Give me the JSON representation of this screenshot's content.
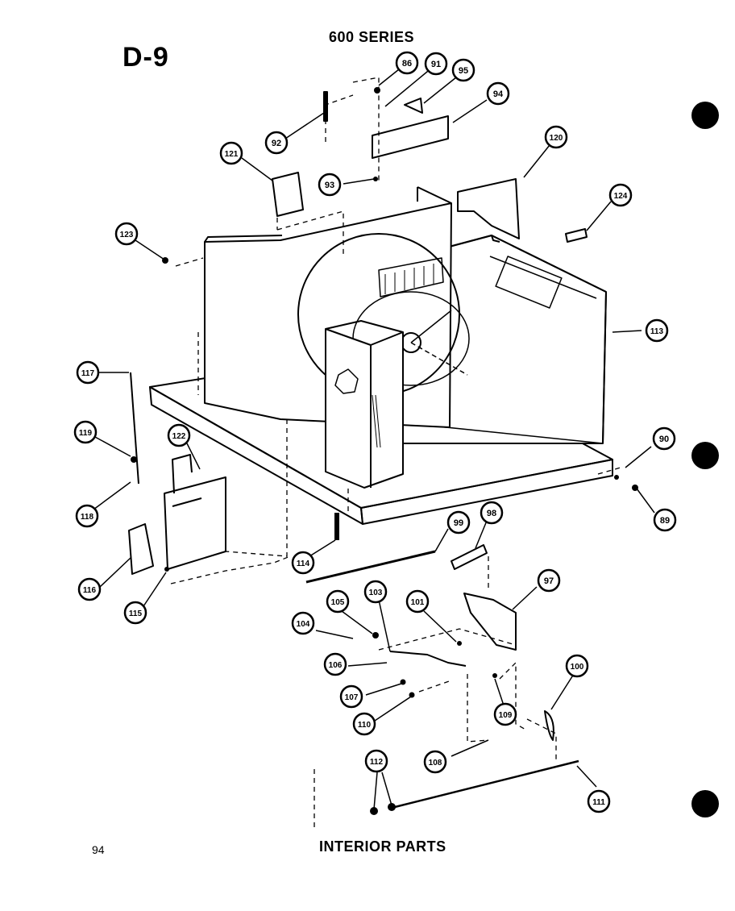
{
  "header": {
    "page_code": "D-9",
    "series_title": "600 SERIES"
  },
  "footer": {
    "section_title": "INTERIOR PARTS",
    "page_number": "94"
  },
  "callouts": [
    "86",
    "91",
    "95",
    "92",
    "94",
    "121",
    "93",
    "120",
    "124",
    "123",
    "113",
    "117",
    "119",
    "122",
    "118",
    "116",
    "115",
    "114",
    "90",
    "89",
    "99",
    "98",
    "97",
    "105",
    "103",
    "101",
    "104",
    "106",
    "107",
    "110",
    "109",
    "100",
    "108",
    "112",
    "111"
  ]
}
